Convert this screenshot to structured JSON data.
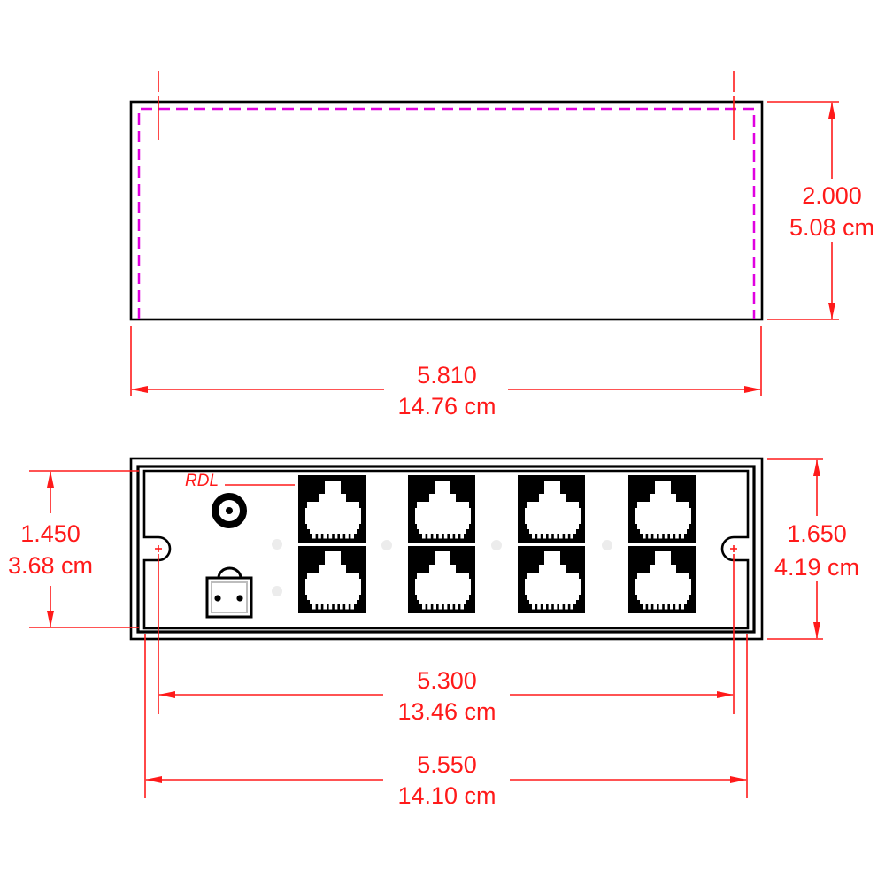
{
  "top_view": {
    "height_dim": {
      "inches": "2.000",
      "cm": "5.08 cm"
    },
    "width_dim": {
      "inches": "5.810",
      "cm": "14.76 cm"
    }
  },
  "front_view": {
    "brand_label": "RDL",
    "left_height_dim": {
      "inches": "1.450",
      "cm": "3.68 cm"
    },
    "right_height_dim": {
      "inches": "1.650",
      "cm": "4.19 cm"
    },
    "mount_spacing_dim": {
      "inches": "5.300",
      "cm": "13.46 cm"
    },
    "face_width_dim": {
      "inches": "5.550",
      "cm": "14.10 cm"
    },
    "connectors": {
      "rj45_jacks": 8,
      "rj45_layout": "2 rows x 4 columns",
      "bnc_connectors": 1,
      "power_connectors": 1,
      "mounting_slots": 2
    }
  },
  "icons": {
    "rj45": "rj45-jack-icon",
    "bnc": "bnc-connector-icon",
    "power": "power-connector-icon",
    "slot": "mounting-slot-icon",
    "center_mark": "crosshair-icon"
  },
  "colors": {
    "dimension": "#ff1a1a",
    "outline": "#000000",
    "hidden_line": "#e000e0",
    "background": "#ffffff"
  }
}
